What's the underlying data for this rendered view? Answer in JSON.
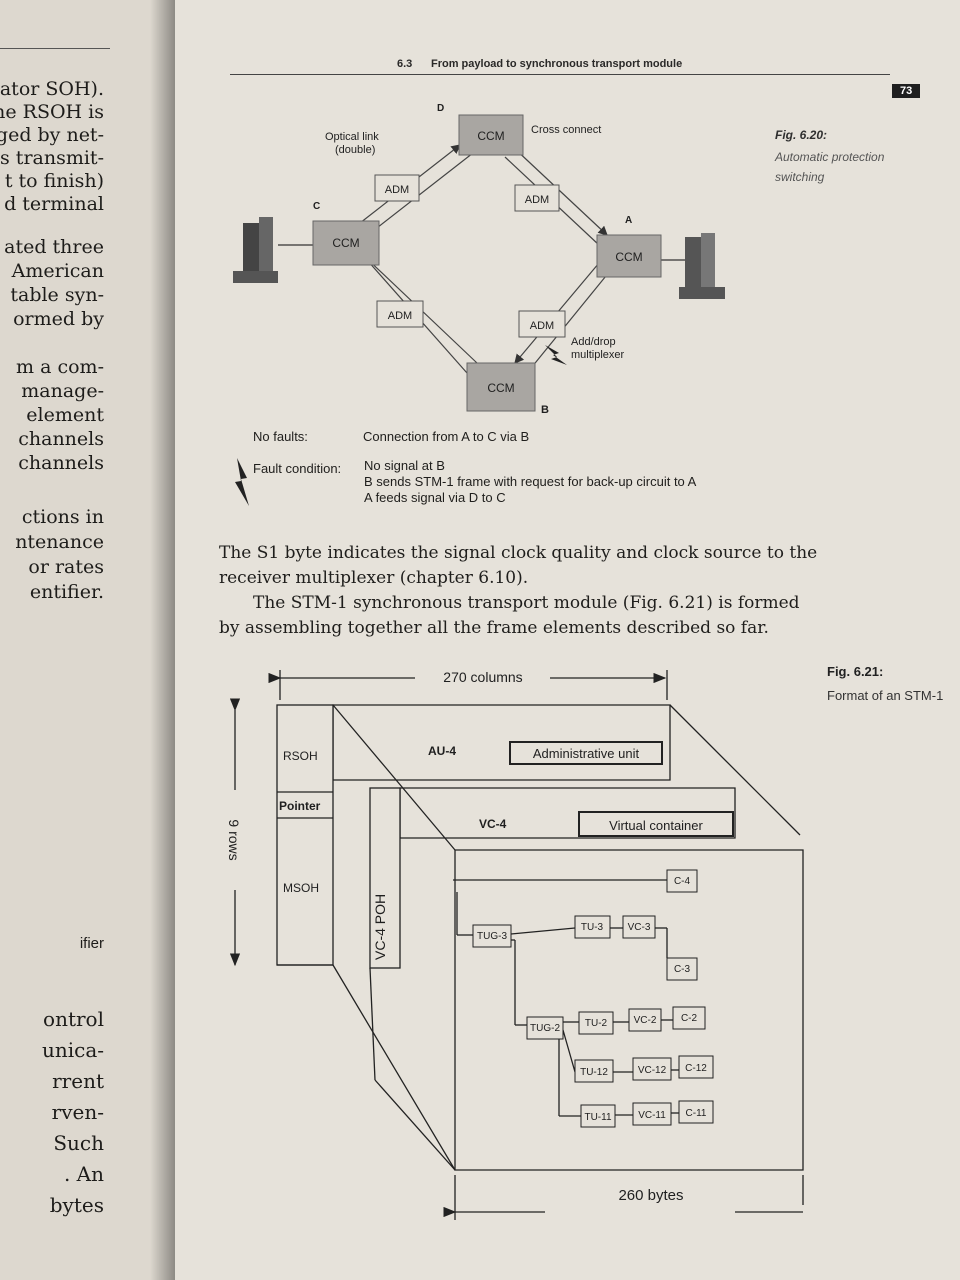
{
  "left_page": {
    "fragments": [
      "ator SOH).",
      "ne RSOH is",
      "ged by net-",
      "s transmit-",
      "t to finish)",
      "d terminal",
      "ated three",
      "American",
      "table syn-",
      "ormed by",
      "m a com-",
      "manage-",
      "element",
      "channels",
      "channels",
      "ctions in",
      "ntenance",
      "or rates",
      "entifier.",
      "ifier",
      "ontrol",
      "unica-",
      "rrent",
      "rven-",
      "Such",
      ". An",
      "bytes"
    ]
  },
  "header": {
    "section": "6.3",
    "title": "From payload to synchronous transport module",
    "page_number": "73"
  },
  "fig620": {
    "caption_num": "Fig. 6.20:",
    "caption_line1": "Automatic protection",
    "caption_line2": "switching",
    "labels": {
      "optical_link": "Optical link",
      "double": "(double)",
      "cross_connect": "Cross connect",
      "ccm": "CCM",
      "adm": "ADM",
      "add_drop": "Add/drop",
      "multiplexer": "multiplexer",
      "a": "A",
      "b": "B",
      "c": "C",
      "d": "D"
    },
    "no_faults_label": "No faults:",
    "no_faults_text": "Connection from A to C via B",
    "fault_label": "Fault condition:",
    "fault_line1": "No signal at B",
    "fault_line2": "B sends STM-1 frame with request for back-up circuit to A",
    "fault_line3": "A feeds signal via D to C"
  },
  "body": {
    "p1_line1": "The S1 byte indicates the signal clock quality and clock source to the",
    "p1_line2": "receiver multiplexer (chapter 6.10).",
    "p2_line1": "The STM-1 synchronous transport module (Fig. 6.21) is formed",
    "p2_line2": "by assembling together all the frame elements described so far."
  },
  "fig621": {
    "caption_num": "Fig. 6.21:",
    "caption_text": "Format of an STM-1",
    "labels": {
      "columns": "270 columns",
      "rows": "9 rows",
      "bytes": "260 bytes",
      "rsoh": "RSOH",
      "pointer": "Pointer",
      "msoh": "MSOH",
      "poh": "VC-4 POH",
      "au4": "AU-4",
      "admin_unit": "Administrative unit",
      "vc4": "VC-4",
      "virtual_container": "Virtual container",
      "c4": "C-4",
      "tug3": "TUG-3",
      "tu3": "TU-3",
      "vc3": "VC-3",
      "c3": "C-3",
      "tug2": "TUG-2",
      "tu2": "TU-2",
      "vc2": "VC-2",
      "c2": "C-2",
      "tu12": "TU-12",
      "vc12": "VC-12",
      "c12": "C-12",
      "tu11": "TU-11",
      "vc11": "VC-11",
      "c11": "C-11"
    }
  }
}
